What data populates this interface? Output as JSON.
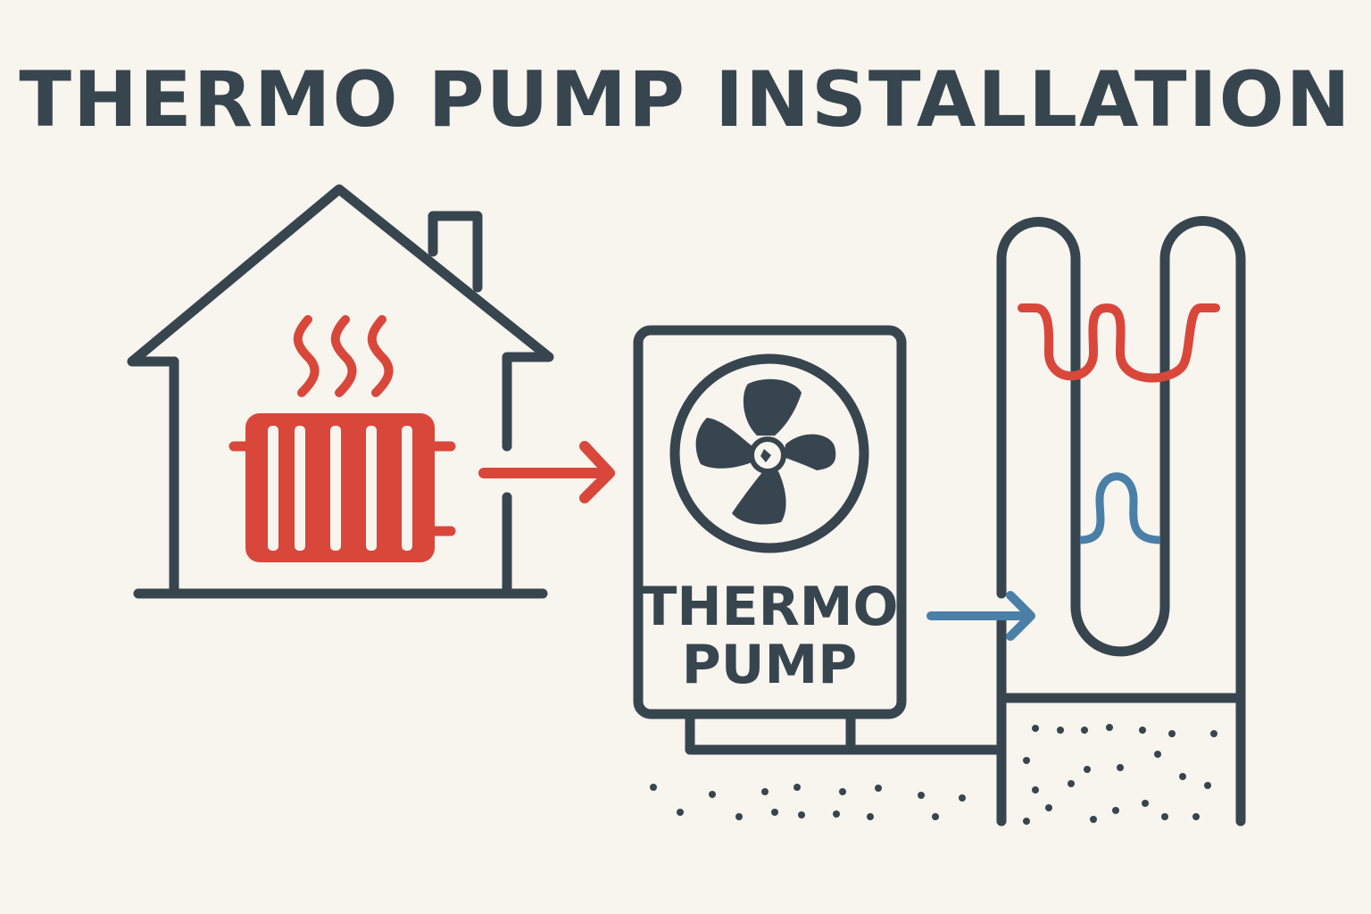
{
  "title": "THERMO PUMP INSTALLATION",
  "pump": {
    "line1": "THERMO",
    "line2": "PUMP"
  },
  "colors": {
    "outline": "#37454f",
    "hot": "#d9473a",
    "cold": "#4a7fa8",
    "background": "#f8f4ee"
  },
  "icons": [
    "house-icon",
    "radiator-icon",
    "steam-icon",
    "fan-icon",
    "ground-loop-icon",
    "soil-icon"
  ]
}
